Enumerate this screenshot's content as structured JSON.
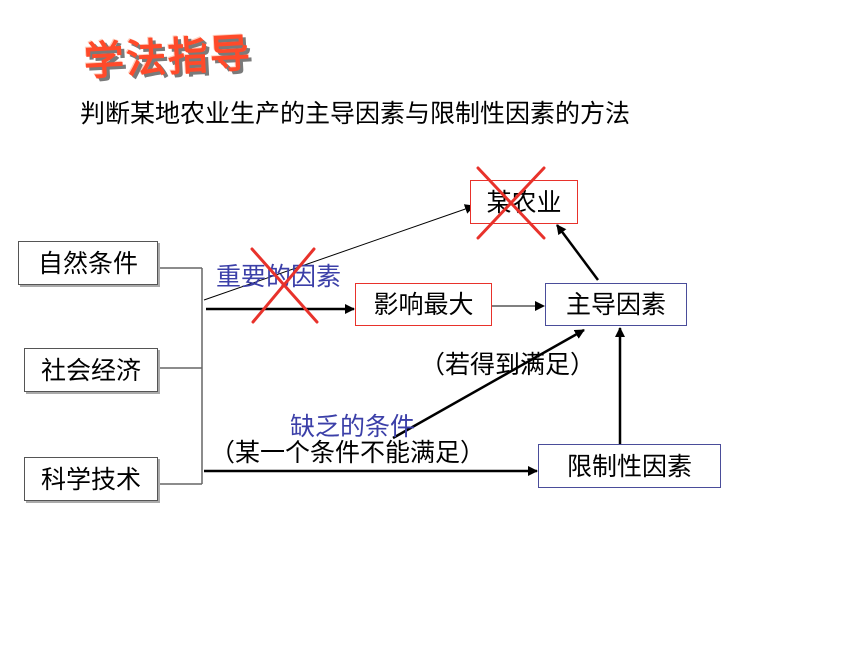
{
  "logo_text": "学法指导",
  "subtitle": "判断某地农业生产的主导因素与限制性因素的方法",
  "nodes": {
    "natural": "自然条件",
    "social": "社会经济",
    "tech": "科学技术",
    "most_influential": "影响最大",
    "agriculture": "某农业",
    "dominant": "主导因素",
    "limiting": "限制性因素"
  },
  "edge_labels": {
    "important": "重要的因素",
    "if_satisfied": "（若得到满足）",
    "lacking": "缺乏的条件",
    "unsatisfied": "（某一个条件不能满足）"
  },
  "colors": {
    "cross": "#e8322b",
    "blue_text": "#3b3fa8",
    "logo": "#ff4a2a"
  }
}
